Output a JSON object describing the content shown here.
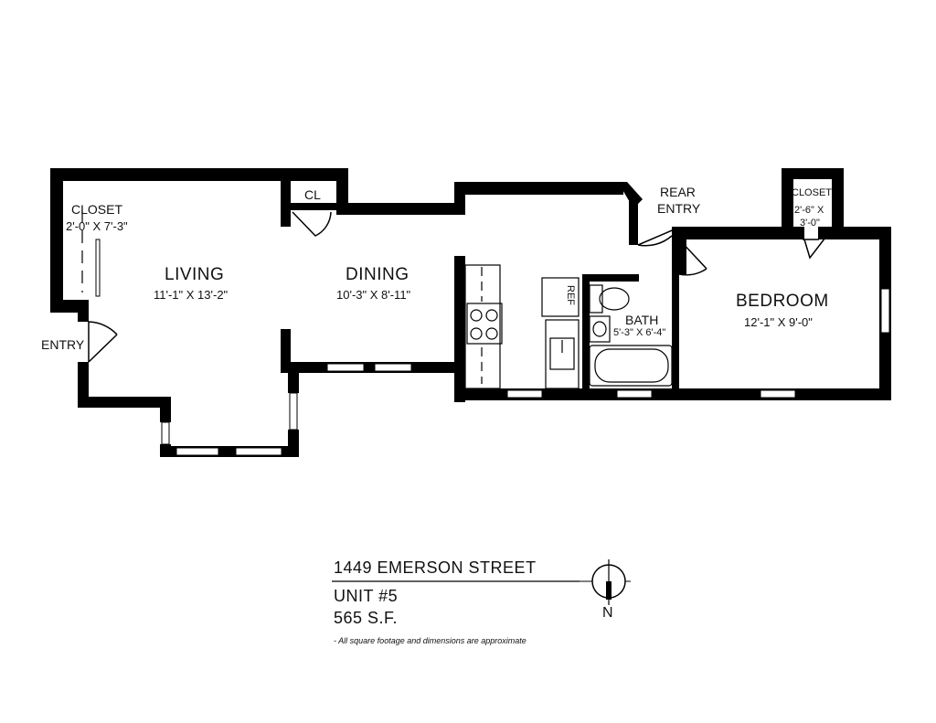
{
  "rooms": {
    "living": {
      "name": "LIVING",
      "dims": "11'-1\" X 13'-2\""
    },
    "dining": {
      "name": "DINING",
      "dims": "10'-3\" X 8'-11\""
    },
    "bedroom": {
      "name": "BEDROOM",
      "dims": "12'-1\" X 9'-0\""
    },
    "bath": {
      "name": "BATH",
      "dims": "5'-3\" X 6'-4\""
    },
    "closet_left": {
      "name": "CLOSET",
      "dims": "2'-0\" X 7'-3\""
    },
    "closet_right": {
      "name": "CLOSET",
      "dims_line1": "2'-6\" X",
      "dims_line2": "3'-0\""
    },
    "cl": {
      "name": "CL"
    },
    "ref": {
      "name": "REF"
    }
  },
  "labels": {
    "entry": "ENTRY",
    "rear_entry_line1": "REAR",
    "rear_entry_line2": "ENTRY"
  },
  "title_block": {
    "address": "1449 EMERSON STREET",
    "unit": "UNIT #5",
    "area": "565 S.F.",
    "disclaimer": "- All square footage and dimensions are approximate",
    "north": "N"
  },
  "colors": {
    "wall": "#000000",
    "background": "#ffffff"
  }
}
